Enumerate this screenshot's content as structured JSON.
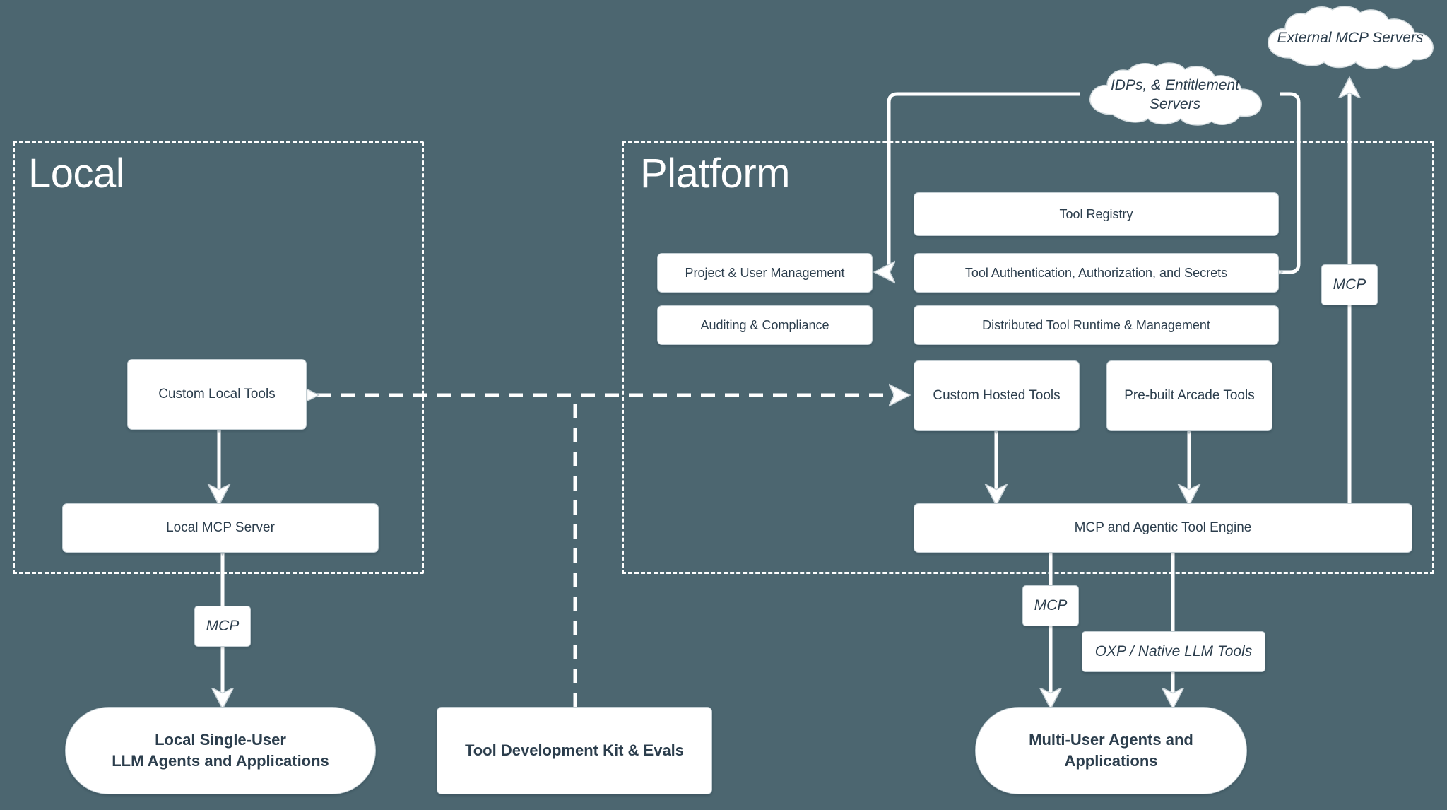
{
  "diagram": {
    "title": "Arcade tool-calling platform architecture",
    "background_color": "#4c6670",
    "box_fill_color": "#ffffff",
    "text_color": "#2c3e4d",
    "line_color": "#ffffff"
  },
  "zones": [
    {
      "key": "local",
      "label": "Local"
    },
    {
      "key": "platform",
      "label": "Platform"
    }
  ],
  "clouds": [
    {
      "key": "idps",
      "label": "IDPs, & Entitlement Servers"
    },
    {
      "key": "external_mcp",
      "label": "External MCP Servers"
    }
  ],
  "local": {
    "custom_local_tools": "Custom Local Tools",
    "local_mcp_server": "Local MCP Server",
    "mcp_tag": "MCP",
    "consumer": "Local Single-User\nLLM Agents and Applications",
    "consumer_line1": "Local Single-User",
    "consumer_line2": "LLM Agents and Applications"
  },
  "center": {
    "tool_dev_kit": "Tool Development Kit & Evals"
  },
  "platform": {
    "left_column": [
      {
        "key": "project_user_management",
        "label": "Project & User Management"
      },
      {
        "key": "auditing_compliance",
        "label": "Auditing & Compliance"
      }
    ],
    "right_column": [
      {
        "key": "tool_registry",
        "label": "Tool Registry"
      },
      {
        "key": "tool_auth",
        "label": "Tool Authentication, Authorization, and Secrets"
      },
      {
        "key": "tool_runtime",
        "label": "Distributed Tool Runtime & Management"
      }
    ],
    "tool_boxes": [
      {
        "key": "custom_hosted_tools",
        "label": "Custom Hosted Tools"
      },
      {
        "key": "prebuilt_arcade_tools",
        "label": "Pre-built Arcade Tools"
      }
    ],
    "engine": "MCP and Agentic Tool Engine",
    "mcp_tag_external": "MCP",
    "mcp_tag_agents": "MCP",
    "oxp_tag": "OXP / Native LLM Tools",
    "consumer_line1": "Multi-User Agents and",
    "consumer_line2": "Applications"
  }
}
